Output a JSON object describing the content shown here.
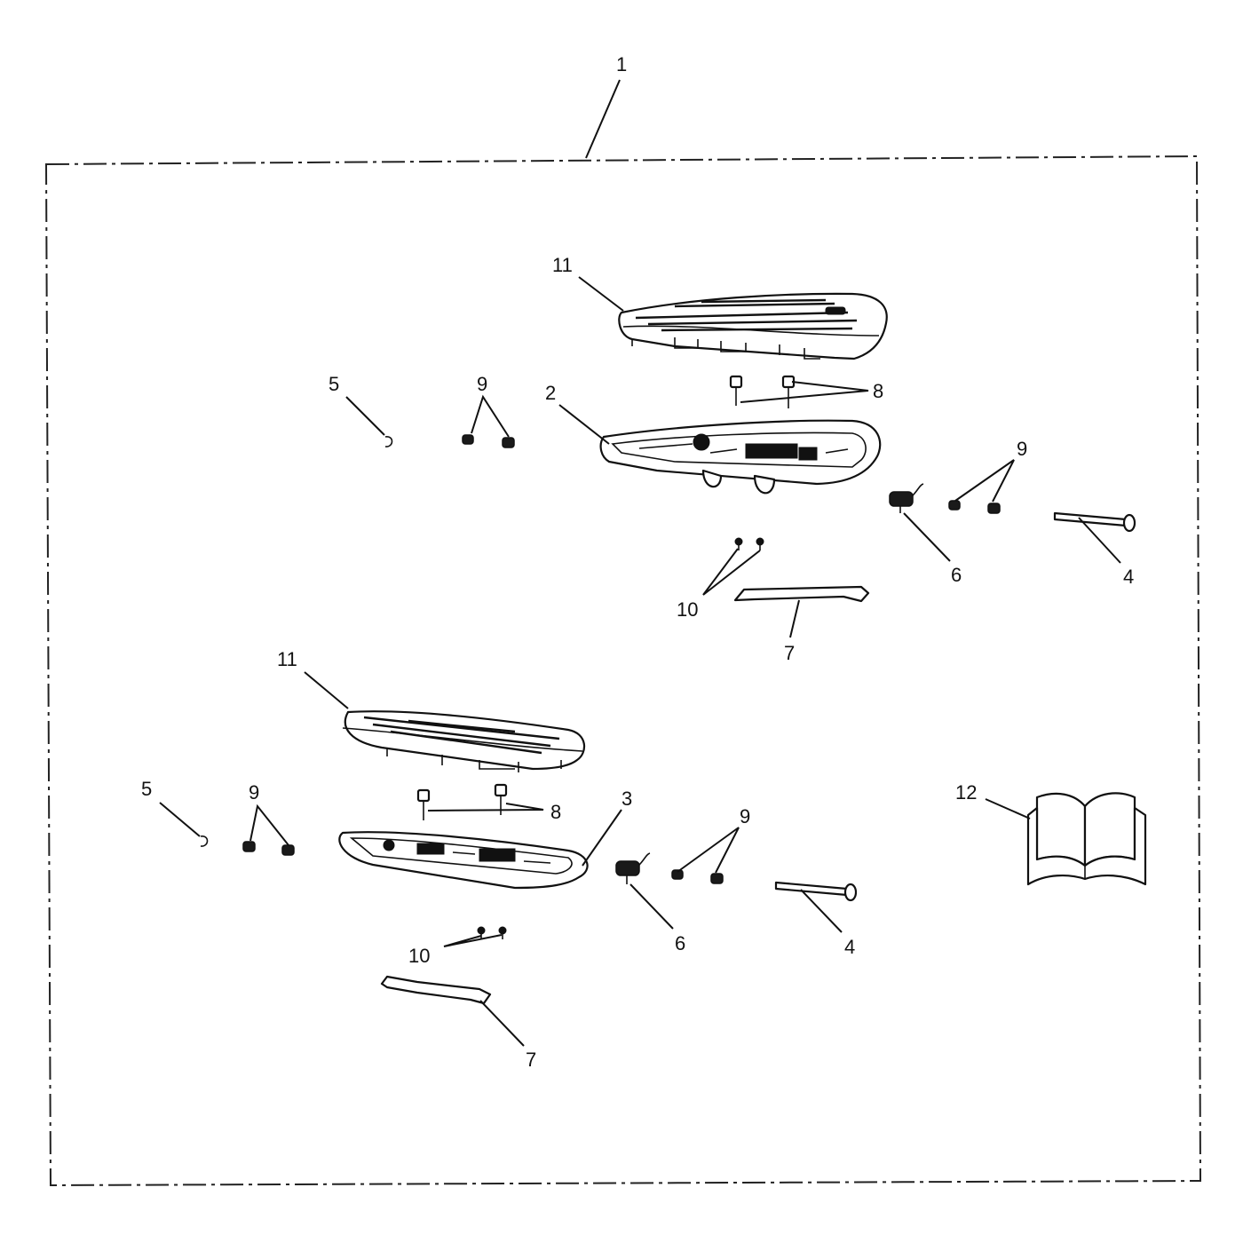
{
  "diagram": {
    "callouts": {
      "kit": "1",
      "board_upper": "2",
      "board_lower": "3",
      "pin_upper": "4",
      "pin_lower": "4",
      "clip_upper": "5",
      "clip_lower": "5",
      "spring_upper": "6",
      "spring_lower": "6",
      "bracket_upper": "7",
      "bracket_lower": "7",
      "bolts_upper": "8",
      "bolts_lower": "8",
      "nuts_left_upper": "9",
      "nuts_right_upper": "9",
      "nuts_left_lower": "9",
      "nuts_right_lower": "9",
      "screws_upper": "10",
      "screws_lower": "10",
      "pad_upper": "11",
      "pad_lower": "11",
      "manual": "12"
    },
    "icons": {
      "pad": "footboard-rubber-pad-icon",
      "board": "footboard-base-icon",
      "pin": "pivot-pin-icon",
      "clip": "retaining-clip-icon",
      "spring": "torsion-spring-icon",
      "bracket": "mounting-bracket-icon",
      "bolt": "bolt-icon",
      "nut": "nut-icon",
      "screw": "screw-icon",
      "manual": "instruction-book-icon"
    },
    "colors": {
      "line": "#111111",
      "background": "#ffffff"
    }
  }
}
